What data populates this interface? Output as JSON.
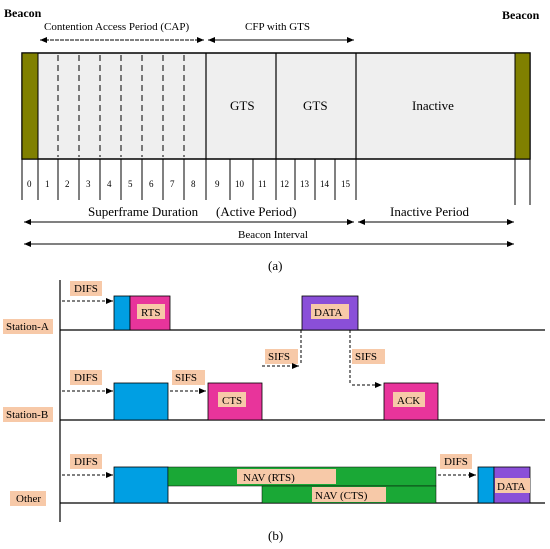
{
  "part_a": {
    "beacon_left": "Beacon",
    "beacon_right": "Beacon",
    "cap_label": "Contention Access Period (CAP)",
    "cfp_label": "CFP with GTS",
    "gts1": "GTS",
    "gts2": "GTS",
    "inactive": "Inactive",
    "slots": [
      "0",
      "1",
      "2",
      "3",
      "4",
      "5",
      "6",
      "7",
      "8",
      "9",
      "10",
      "11",
      "12",
      "13",
      "14",
      "15"
    ],
    "superframe_label": "Superframe Duration",
    "active_label": "(Active Period)",
    "inactive_period_label": "Inactive Period",
    "beacon_interval_label": "Beacon Interval",
    "caption": "(a)"
  },
  "part_b": {
    "rows": {
      "station_a": "Station-A",
      "station_b": "Station-B",
      "other": "Other"
    },
    "labels": {
      "difs": "DIFS",
      "sifs": "SIFS",
      "rts": "RTS",
      "cts": "CTS",
      "data": "DATA",
      "ack": "ACK",
      "nav_rts": "NAV (RTS)",
      "nav_cts": "NAV (CTS)"
    },
    "caption": "(b)"
  },
  "colors": {
    "beacon": "#808000",
    "frame_fill": "#efefef",
    "blue": "#009fe3",
    "rts_pink": "#e8349b",
    "data_purple": "#8a4fd8",
    "nav_green": "#1aa836",
    "label_bg": "#f7c9a8"
  }
}
